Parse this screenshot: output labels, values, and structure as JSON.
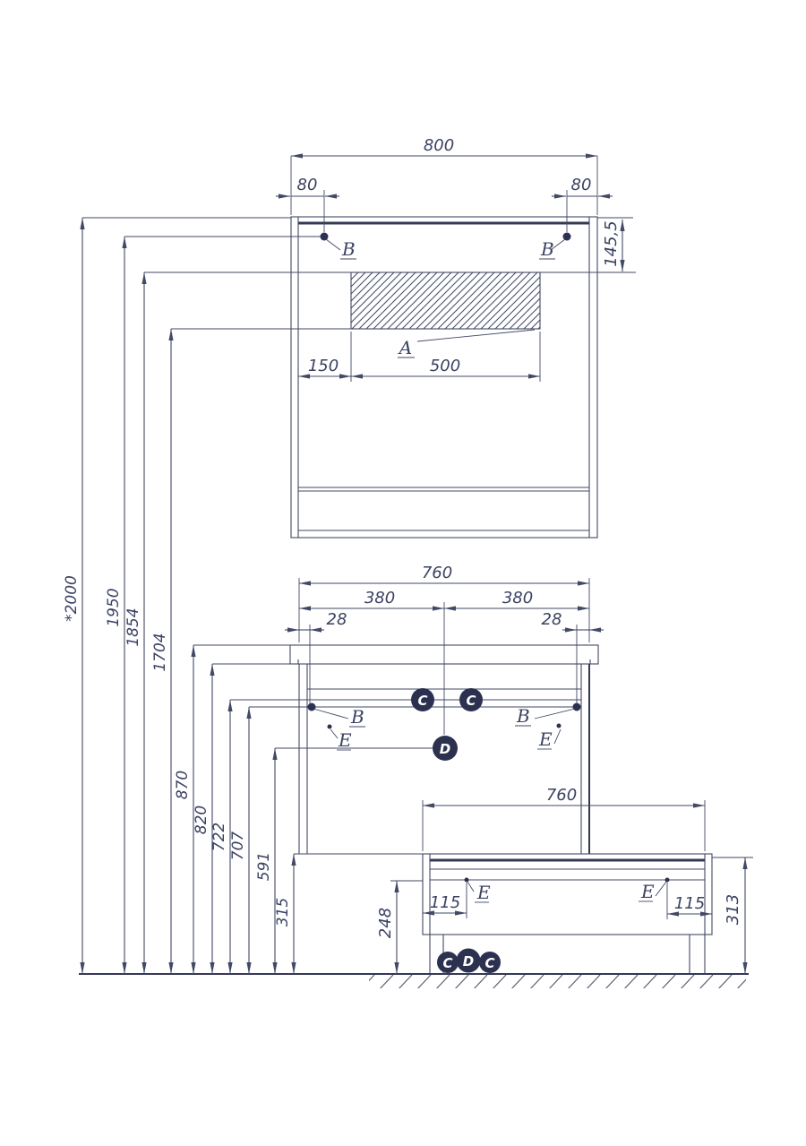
{
  "colors": {
    "line": "#424965",
    "text": "#3b4162",
    "balloon": "#2d3150",
    "background": "#ffffff"
  },
  "left_dims": [
    "*2000",
    "1950",
    "1854",
    "1704",
    "870",
    "820",
    "722",
    "707",
    "591",
    "315"
  ],
  "mirror_view": {
    "width": "800",
    "left_offset": "80",
    "right_offset": "80",
    "lamp_height": "145,5",
    "hanger_left": "B",
    "hanger_right": "B",
    "lamp_label": "A",
    "lamp_left_offset": "150",
    "lamp_width": "500"
  },
  "vanity_view": {
    "width": "760",
    "left_half": "380",
    "right_half": "380",
    "left_offset": "28",
    "right_offset": "28",
    "hanger_left": "B",
    "hanger_right": "B",
    "callout_c_left": "C",
    "callout_c_right": "C",
    "callout_d": "D",
    "hole_left": "E",
    "hole_right": "E"
  },
  "bench_view": {
    "width": "760",
    "height": "313",
    "hole_height": "248",
    "hole_left_offset": "115",
    "hole_right_offset": "115",
    "hole_left": "E",
    "hole_right": "E",
    "floor_callouts": [
      "C",
      "D",
      "C"
    ]
  }
}
